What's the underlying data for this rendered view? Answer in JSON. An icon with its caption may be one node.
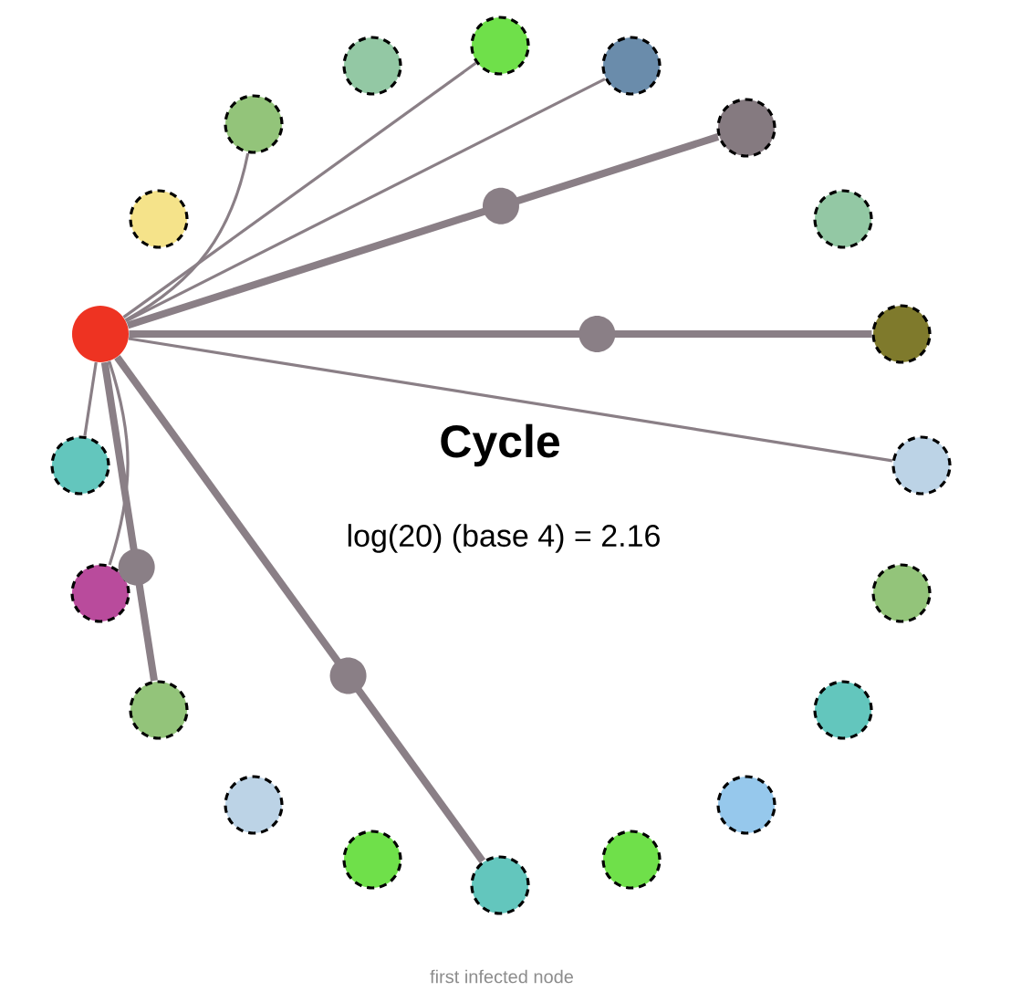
{
  "diagram": {
    "title": "Cycle",
    "caption": "first infected node",
    "nodes": [
      {
        "text": [],
        "shape": "circle"
      },
      {
        "text": [],
        "shape": "circle"
      },
      {
        "text": [],
        "shape": "circle"
      },
      {
        "text": [],
        "shape": "circle"
      },
      {
        "text": [],
        "shape": "circle"
      },
      {
        "text": [],
        "shape": "circle"
      },
      {
        "text": [],
        "shape": "circle"
      },
      {
        "text": [],
        "shape": "circle"
      },
      {
        "text": [],
        "shape": "circle"
      },
      {
        "text": [],
        "shape": "circle"
      },
      {
        "text": [],
        "shape": "circle"
      },
      {
        "text": [],
        "shape": "circle"
      },
      {
        "text": [],
        "shape": "circle"
      },
      {
        "text": [],
        "shape": "circle"
      },
      {
        "text": [],
        "shape": "circle"
      },
      {
        "text": [],
        "shape": "circle"
      },
      {
        "text": [],
        "shape": "circle"
      },
      {
        "text": [],
        "shape": "circle"
      },
      {
        "text": [],
        "shape": "circle"
      },
      {
        "text": [],
        "shape": "circle"
      }
    ],
    "edges": [
      {
        "from": 7,
        "to": 3,
        "arrow": "none"
      },
      {
        "from": 7,
        "to": 0,
        "arrow": "none"
      },
      {
        "from": 7,
        "to": 2,
        "arrow": "none"
      },
      {
        "from": 7,
        "to": 4,
        "arrow": "none",
        "style": "thick"
      },
      {
        "from": 7,
        "to": 8,
        "arrow": "none",
        "style": "thick"
      },
      {
        "from": 7,
        "to": 10,
        "arrow": "none"
      },
      {
        "from": 7,
        "to": 9,
        "arrow": "none"
      },
      {
        "from": 7,
        "to": 11,
        "arrow": "none"
      },
      {
        "from": 7,
        "to": 13,
        "arrow": "none",
        "style": "thick"
      },
      {
        "from": 7,
        "to": 19,
        "arrow": "none",
        "style": "thick"
      }
    ],
    "labels": [
      "log(20) (base 4) = 2.16"
    ]
  }
}
